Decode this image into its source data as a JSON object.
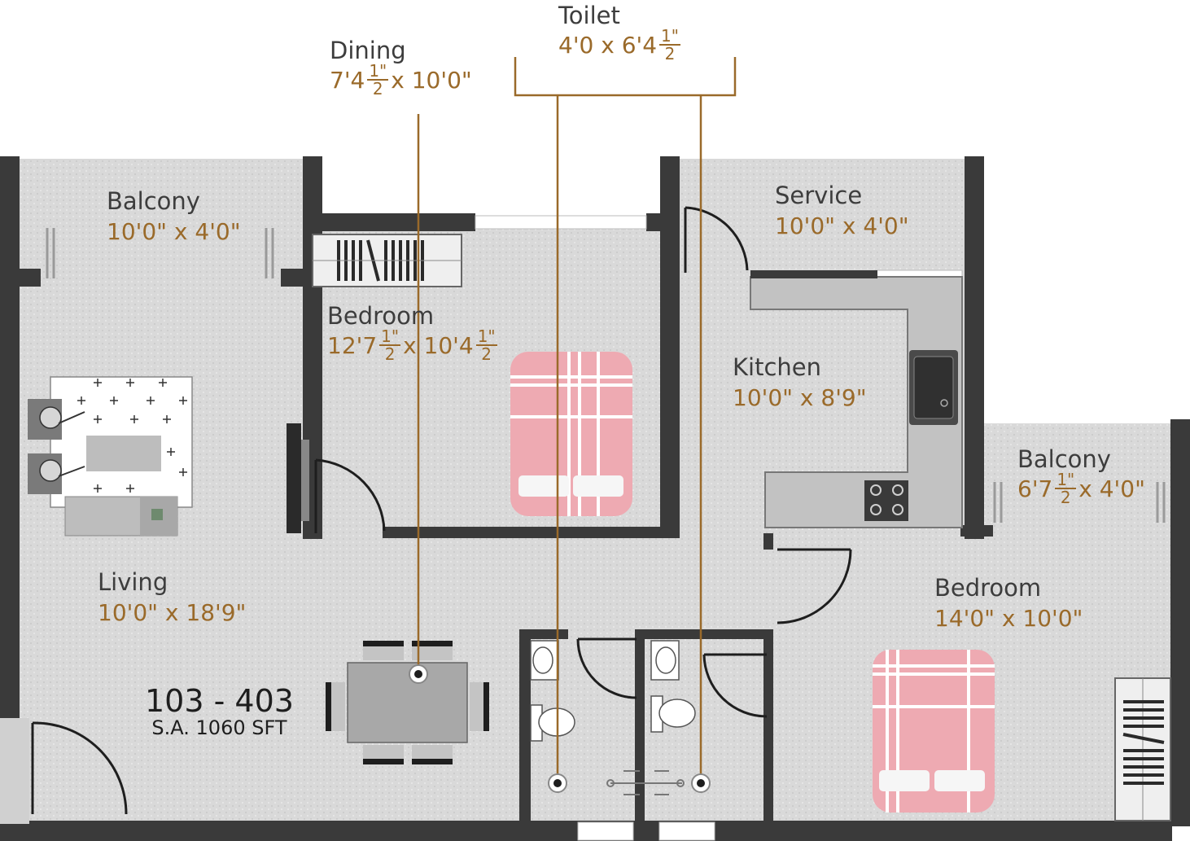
{
  "plan": {
    "unit_number": "103 - 403",
    "super_area": "S.A. 1060 SFT"
  },
  "rooms": {
    "toilet": {
      "name": "Toilet",
      "dim_pre": "4'0 x 6'4",
      "frac_num": "1\"",
      "frac_den": "2",
      "dim_post": ""
    },
    "dining": {
      "name": "Dining",
      "dim_pre": "7'4",
      "frac_num": "1\"",
      "frac_den": "2",
      "dim_post": "x 10'0\""
    },
    "balcony_left": {
      "name": "Balcony",
      "dim": "10'0\" x 4'0\""
    },
    "service": {
      "name": "Service",
      "dim": "10'0\" x 4'0\""
    },
    "bedroom_top": {
      "name": "Bedroom",
      "dim_pre": "12'7",
      "frac1_num": "1\"",
      "frac1_den": "2",
      "dim_mid": "x 10'4",
      "frac2_num": "1\"",
      "frac2_den": "2"
    },
    "kitchen": {
      "name": "Kitchen",
      "dim": "10'0\" x 8'9\""
    },
    "balcony_right": {
      "name": "Balcony",
      "dim_pre": "6'7",
      "frac_num": "1\"",
      "frac_den": "2",
      "dim_post": "x 4'0\""
    },
    "living": {
      "name": "Living",
      "dim": "10'0\" x 18'9\""
    },
    "bedroom_bottom": {
      "name": "Bedroom",
      "dim": "14'0\" x 10'0\""
    }
  },
  "colors": {
    "wall": "#3a3a3a",
    "floor": "#d8d8d8",
    "leader": "#9a6a2a",
    "bed": "#eeaab2",
    "room_name": "#3d3d3d"
  }
}
